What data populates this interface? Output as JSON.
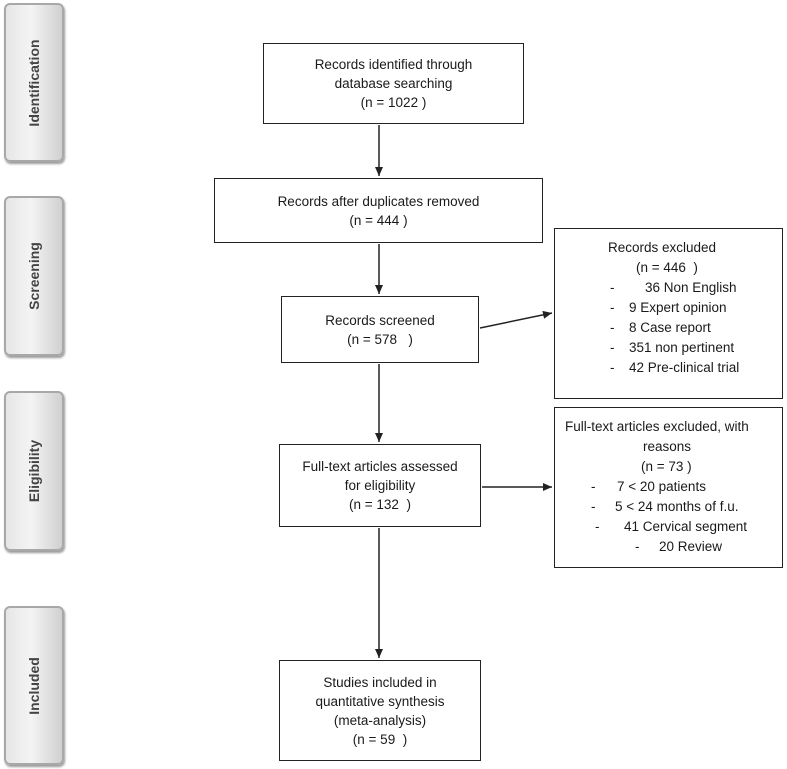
{
  "stages": {
    "identification": "Identification",
    "screening": "Screening",
    "eligibility": "Eligibility",
    "included": "Included"
  },
  "boxes": {
    "identified": {
      "lines": [
        "Records identified through",
        "database searching",
        "(n = 1022 )"
      ]
    },
    "duplicates_removed": {
      "lines": [
        "Records after duplicates removed",
        "(n = 444 )"
      ]
    },
    "screened": {
      "lines": [
        "Records screened",
        "(n = 578   )"
      ]
    },
    "records_excluded": {
      "title": "Records excluded",
      "count": "(n = 446  )",
      "items": [
        {
          "dash": "-",
          "text": "36 Non English"
        },
        {
          "dash": "-",
          "text": "9 Expert opinion"
        },
        {
          "dash": "-",
          "text": "8 Case report"
        },
        {
          "dash": "-",
          "text": "351 non pertinent"
        },
        {
          "dash": "-",
          "text": "42 Pre-clinical trial"
        }
      ]
    },
    "fulltext_assessed": {
      "lines": [
        "Full-text articles assessed",
        "for eligibility",
        "(n = 132  )"
      ]
    },
    "fulltext_excluded": {
      "title_lines": [
        "Full-text articles excluded, with",
        "reasons",
        "(n = 73 )"
      ],
      "items": [
        {
          "dash": "-",
          "text": "7 < 20 patients"
        },
        {
          "dash": "-",
          "text": "5 < 24 months of f.u."
        },
        {
          "dash": "-",
          "text": "41 Cervical segment"
        },
        {
          "dash": "-",
          "text": "20 Review"
        }
      ]
    },
    "included": {
      "lines": [
        "Studies included in",
        "quantitative synthesis",
        "(meta-analysis)",
        "(n = 59  )"
      ]
    }
  },
  "colors": {
    "line": "#222222",
    "stage_border": "#a8a8a8",
    "stage_fill": "#e6e6e6"
  }
}
